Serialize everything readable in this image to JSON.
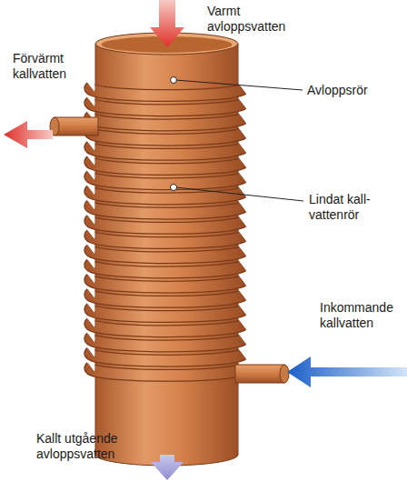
{
  "diagram": {
    "labels": [
      "Varmt avloppsvatten",
      "Förvärmt kallvatten",
      "Avloppsrör",
      "Lindat kall- vattenrör",
      "Inkommande kallvatten",
      "Kallt utgående avloppsvatten"
    ]
  }
}
